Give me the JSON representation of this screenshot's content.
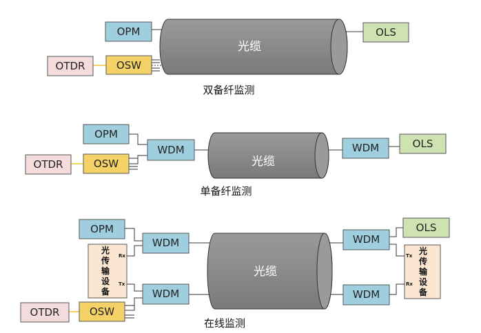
{
  "colors": {
    "opm": "#9fcfde",
    "osw": "#f4d267",
    "otdr": "#f4dcdc",
    "ols": "#cfe3b2",
    "wdm": "#9fcfde",
    "cable": "#8c8c8c",
    "equipment": "#fbe6d2"
  },
  "sections": [
    {
      "caption": "双备纤监测",
      "opm": "OPM",
      "osw": "OSW",
      "otdr": "OTDR",
      "cable": "光缆",
      "ols": "OLS"
    },
    {
      "caption": "单备纤监测",
      "opm": "OPM",
      "osw": "OSW",
      "otdr": "OTDR",
      "wdm_left": "WDM",
      "cable": "光缆",
      "wdm_right": "WDM",
      "ols": "OLS"
    },
    {
      "caption": "在线监测",
      "opm": "OPM",
      "osw": "OSW",
      "otdr": "OTDR",
      "wdm_left_top": "WDM",
      "wdm_left_bottom": "WDM",
      "cable": "光缆",
      "wdm_right_top": "WDM",
      "wdm_right_bottom": "WDM",
      "ols": "OLS",
      "equipment_left": {
        "chars": [
          "光",
          "传",
          "输",
          "设",
          "备"
        ],
        "rx": "Rx",
        "tx": "Tx"
      },
      "equipment_right": {
        "chars": [
          "光",
          "传",
          "输",
          "设",
          "备"
        ],
        "tx": "Tx",
        "rx": "Rx"
      }
    }
  ]
}
